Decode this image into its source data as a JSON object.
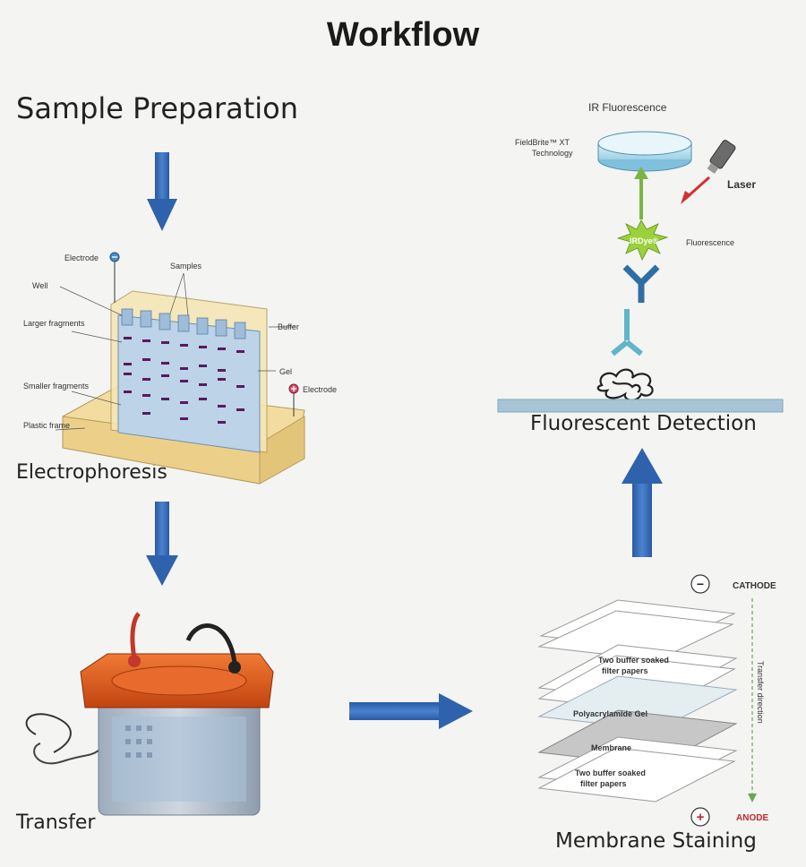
{
  "title": "Workflow",
  "stages": {
    "sample_preparation": "Sample Preparation",
    "electrophoresis": "Electrophoresis",
    "transfer": "Transfer",
    "membrane_staining": "Membrane Staining",
    "fluorescent_detection": "Fluorescent Detection"
  },
  "electrophoresis_diagram": {
    "electrode_top": "Electrode",
    "samples": "Samples",
    "well": "Well",
    "larger_fragments": "Larger fragments",
    "buffer": "Buffer",
    "gel": "Gel",
    "smaller_fragments": "Smaller fragments",
    "electrode_right": "Electrode",
    "plastic_frame": "Plastic frame"
  },
  "detection_diagram": {
    "ir_fluorescence": "IR Fluorescence",
    "technology_line1": "FieldBrite™ XT",
    "technology_line2": "Technology",
    "laser": "Laser",
    "irdye": "IRDye®",
    "fluorescence": "Fluorescence"
  },
  "transfer_stack": {
    "cathode": "CATHODE",
    "anode": "ANODE",
    "layer_top_line1": "Two buffer soaked",
    "layer_top_line2": "filter papers",
    "layer_gel": "Polyacrylamide Gel",
    "layer_membrane": "Membrane",
    "layer_bottom_line1": "Two buffer soaked",
    "layer_bottom_line2": "filter papers",
    "direction": "Transfer direction",
    "minus_symbol": "−",
    "plus_symbol": "+"
  },
  "colors": {
    "arrow_blue": "#2f62ad",
    "gel_blue": "#bcd3e8",
    "buffer_yellow": "#f2dca0",
    "band_purple": "#5a1a5e",
    "antibody_dark": "#2f6ea3",
    "antibody_light": "#5fb5c9",
    "green_arrow": "#7cb342",
    "laser_red": "#d32f2f",
    "transfer_lid": "#e05a20"
  }
}
